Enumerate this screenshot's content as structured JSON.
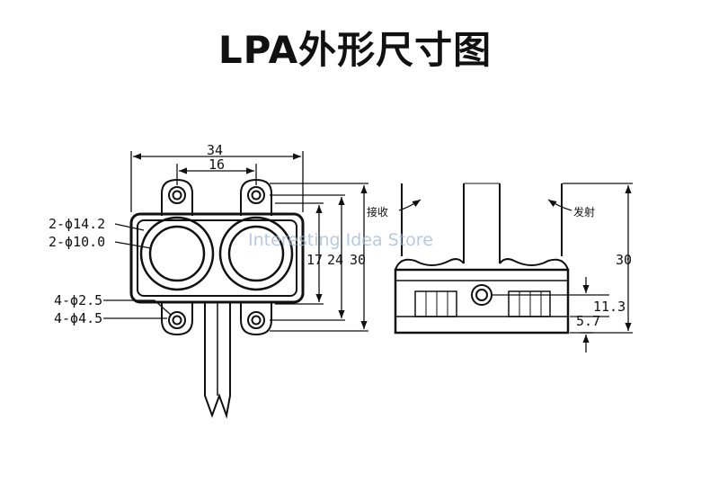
{
  "title": "LPA外形尺寸图",
  "watermark": "Interesting Idea Store",
  "colors": {
    "line": "#111111",
    "watermark": "#9fb7d6",
    "background": "#ffffff"
  },
  "front_view": {
    "width": "34",
    "hole_spacing": "16",
    "lens_outer": "2-ϕ14.2",
    "lens_inner": "2-ϕ10.0",
    "hole_inner": "4-ϕ2.5",
    "hole_outer": "4-ϕ4.5",
    "height_1": "17",
    "height_2": "24",
    "height_3": "30"
  },
  "side_view": {
    "receive_label": "接收",
    "emit_label": "发射",
    "height": "30",
    "dim_1": "11.3",
    "dim_2": "5.7"
  }
}
